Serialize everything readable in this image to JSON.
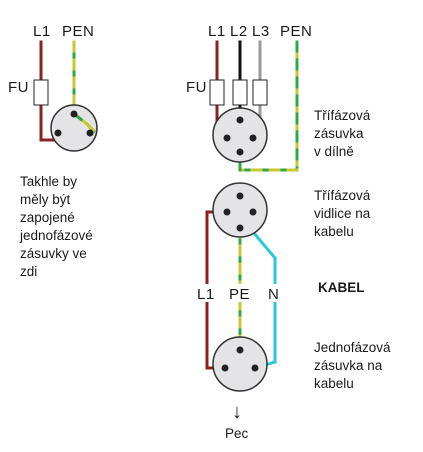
{
  "left_terminal_labels": [
    "L1",
    "PEN"
  ],
  "right_terminal_labels": [
    "L1",
    "L2",
    "L3",
    "PEN"
  ],
  "fuse_label": "FU",
  "fuse_label_right": "FU",
  "note_single_phase": [
    "Takhle by",
    "měly být",
    "zapojené",
    "jednofázové",
    "zásuvky ve",
    "zdi"
  ],
  "three_phase_socket_text": [
    "Třífázová",
    "zásuvka",
    "v dílně"
  ],
  "three_phase_plug_text": [
    "Třífázová",
    "vidlice na",
    "kabelu"
  ],
  "cable_conductor_labels": [
    "L1",
    "PE",
    "N"
  ],
  "cable_label": "KABEL",
  "single_phase_socket_text": [
    "Jednofázová",
    "zásuvka na",
    "kabelu"
  ],
  "arrow_glyph": "↓",
  "output_label": "Pec",
  "colors": {
    "brown": "#8b2222",
    "green_yellow_a": "#c8c832",
    "green_yellow_b": "#2fa84a",
    "blue": "#29c8d8",
    "gray": "#9a9a9a",
    "black": "#111111",
    "socket_fill": "#e4e4e6",
    "pin": "#222222"
  }
}
